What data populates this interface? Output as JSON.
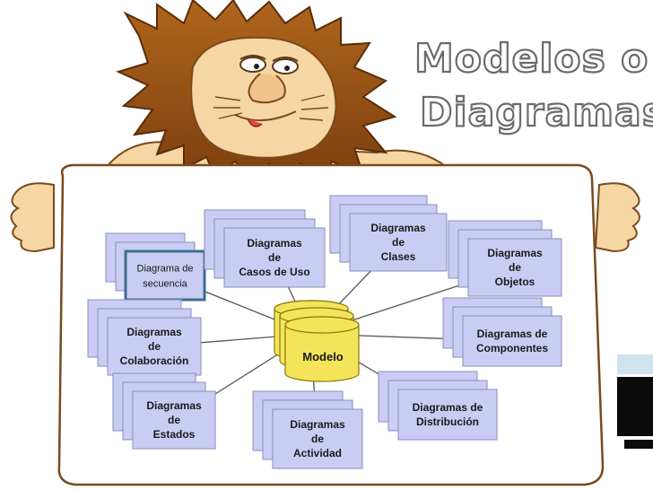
{
  "title": {
    "line1": "Modelos o",
    "line2": "Diagramas"
  },
  "center": {
    "label": "Modelo"
  },
  "nodes": [
    {
      "key": "secuencia",
      "lines": [
        "Diagrama de",
        "secuencia"
      ],
      "style": "plain"
    },
    {
      "key": "casos-uso",
      "lines": [
        "Diagramas",
        "de",
        "Casos de Uso"
      ],
      "style": "bold"
    },
    {
      "key": "clases",
      "lines": [
        "Diagramas",
        "de",
        "Clases"
      ],
      "style": "bold"
    },
    {
      "key": "objetos",
      "lines": [
        "Diagramas",
        "de",
        "Objetos"
      ],
      "style": "bold"
    },
    {
      "key": "colaboracion",
      "lines": [
        "Diagramas",
        "de",
        "Colaboración"
      ],
      "style": "bold"
    },
    {
      "key": "componentes",
      "lines": [
        "Diagramas de",
        "Componentes"
      ],
      "style": "bold"
    },
    {
      "key": "estados",
      "lines": [
        "Diagramas",
        "de",
        "Estados"
      ],
      "style": "bold"
    },
    {
      "key": "actividad",
      "lines": [
        "Diagramas",
        "de",
        "Actividad"
      ],
      "style": "bold"
    },
    {
      "key": "distribucion",
      "lines": [
        "Diagramas de",
        "Distribución"
      ],
      "style": "bold"
    }
  ],
  "colors": {
    "box_fill": "#c9cdf3",
    "box_stroke": "#8a8fb8",
    "cylinder_fill": "#f4e45a",
    "cylinder_stroke": "#8a7a10",
    "highlight_stroke": "#3d6d8f",
    "hair": "#8a4a14",
    "skin": "#f6d6a2"
  }
}
